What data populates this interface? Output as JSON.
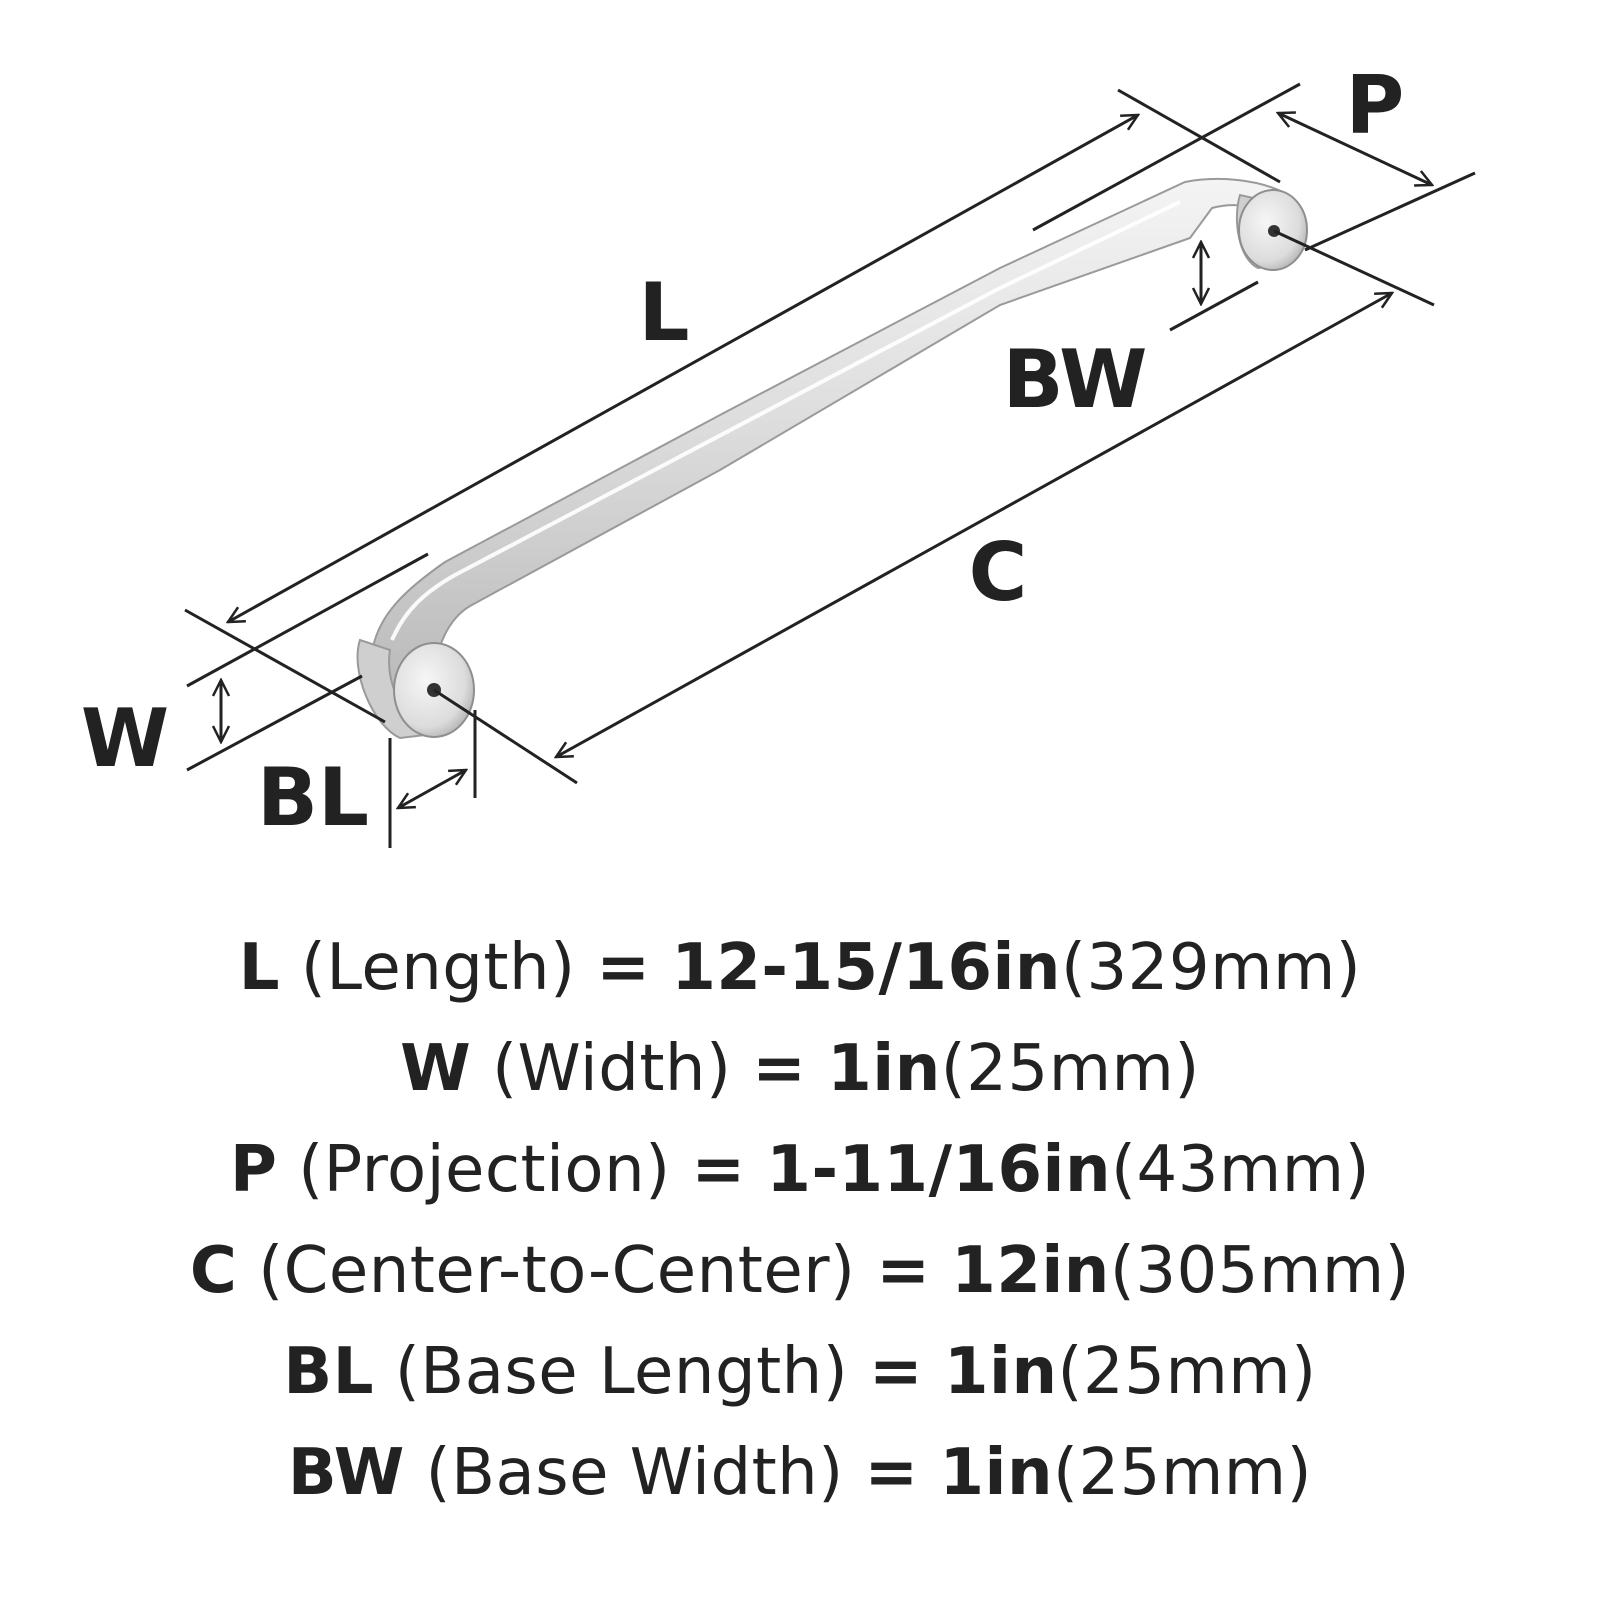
{
  "diagram": {
    "labels": {
      "L": "L",
      "W": "W",
      "P": "P",
      "C": "C",
      "BL": "BL",
      "BW": "BW"
    },
    "colors": {
      "ink": "#222222",
      "metal_light": "#f2f2f2",
      "metal_mid": "#d9d9d9",
      "metal_dark": "#b4b4b4"
    }
  },
  "specs": [
    {
      "code": "L",
      "name": "(Length)",
      "eq": "=",
      "imperial": "12-15/16in",
      "metric": "(329mm)"
    },
    {
      "code": "W",
      "name": "(Width)",
      "eq": "=",
      "imperial": "1in",
      "metric": "(25mm)"
    },
    {
      "code": "P",
      "name": "(Projection)",
      "eq": "=",
      "imperial": "1-11/16in",
      "metric": "(43mm)"
    },
    {
      "code": "C",
      "name": "(Center-to-Center)",
      "eq": "=",
      "imperial": "12in",
      "metric": "(305mm)"
    },
    {
      "code": "BL",
      "name": "(Base Length)",
      "eq": "=",
      "imperial": "1in",
      "metric": "(25mm)"
    },
    {
      "code": "BW",
      "name": "(Base Width)",
      "eq": "=",
      "imperial": "1in",
      "metric": "(25mm)"
    }
  ]
}
